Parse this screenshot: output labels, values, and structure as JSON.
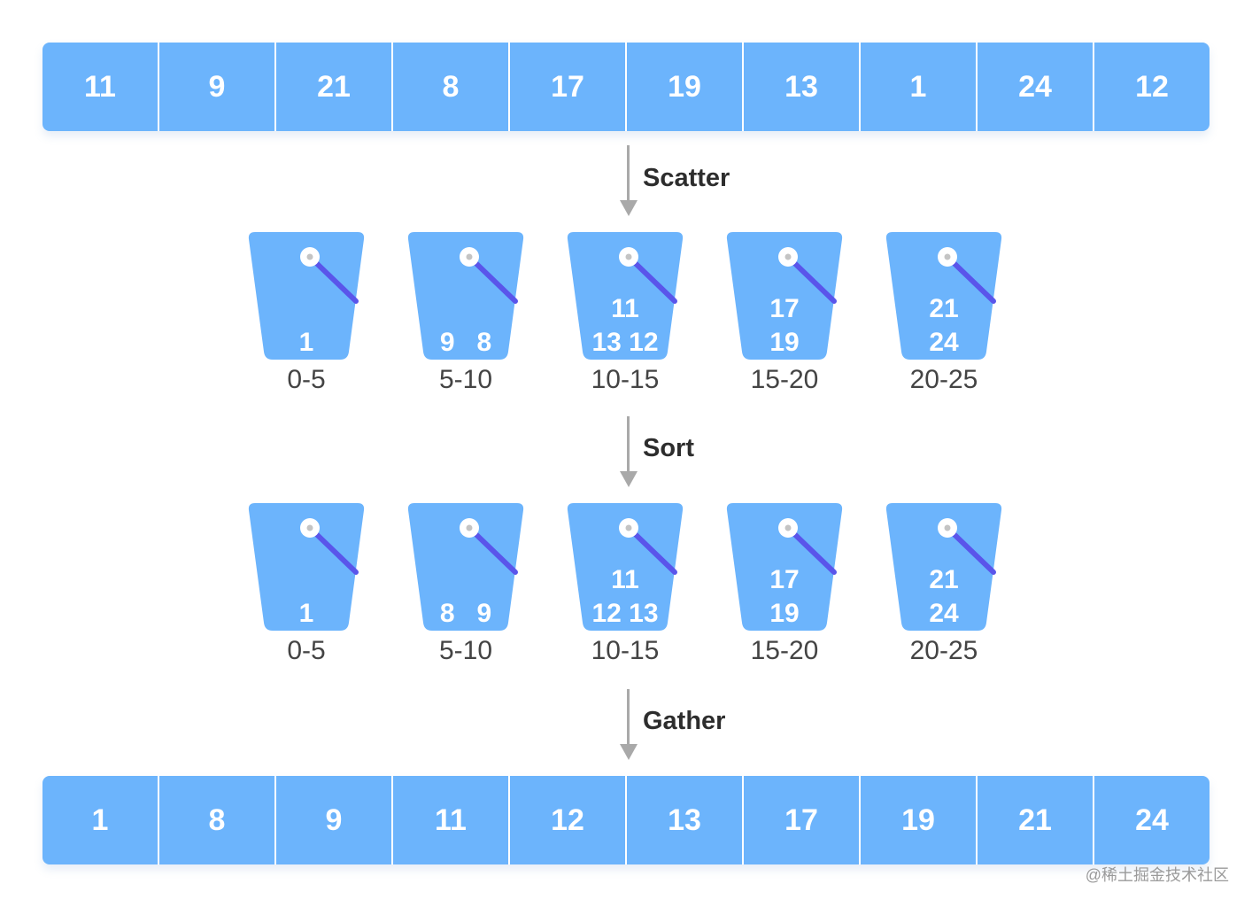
{
  "colors": {
    "cell": "#6cb4fc",
    "bucket": "#6cb4fc",
    "handle": "#5a55ea",
    "arrow": "#a9a9a9",
    "step_text": "#2d2d2d",
    "range_text": "#444444"
  },
  "input_array": [
    "11",
    "9",
    "21",
    "8",
    "17",
    "19",
    "13",
    "1",
    "24",
    "12"
  ],
  "steps": {
    "scatter": "Scatter",
    "sort": "Sort",
    "gather": "Gather"
  },
  "scatter_buckets": [
    {
      "range": "0-5",
      "rows": [
        "1"
      ]
    },
    {
      "range": "5-10",
      "rows": [
        "9   8"
      ]
    },
    {
      "range": "10-15",
      "rows": [
        "11",
        "13 12"
      ]
    },
    {
      "range": "15-20",
      "rows": [
        "17",
        "19"
      ]
    },
    {
      "range": "20-25",
      "rows": [
        "21",
        "24"
      ]
    }
  ],
  "sorted_buckets": [
    {
      "range": "0-5",
      "rows": [
        "1"
      ]
    },
    {
      "range": "5-10",
      "rows": [
        "8   9"
      ]
    },
    {
      "range": "10-15",
      "rows": [
        "11",
        "12 13"
      ]
    },
    {
      "range": "15-20",
      "rows": [
        "17",
        "19"
      ]
    },
    {
      "range": "20-25",
      "rows": [
        "21",
        "24"
      ]
    }
  ],
  "output_array": [
    "1",
    "8",
    "9",
    "11",
    "12",
    "13",
    "17",
    "19",
    "21",
    "24"
  ],
  "watermark": "@稀土掘金技术社区"
}
